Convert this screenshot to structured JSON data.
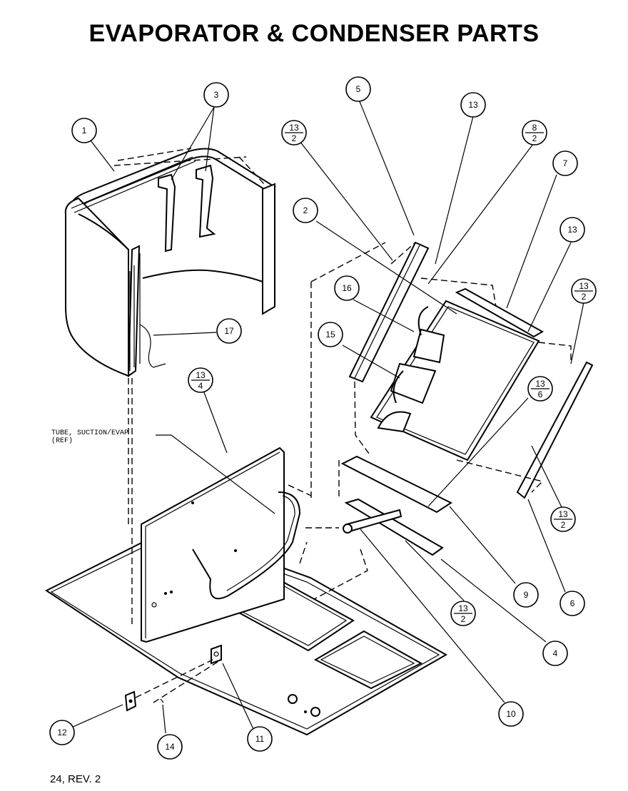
{
  "title": "EVAPORATOR & CONDENSER PARTS",
  "footer": "24, REV. 2",
  "tube_label": "TUBE, SUCTION/EVAP\n(REF)",
  "callouts": [
    {
      "id": "c1",
      "label": "1"
    },
    {
      "id": "c3",
      "label": "3"
    },
    {
      "id": "c17",
      "label": "17"
    },
    {
      "id": "c13-4",
      "top": "13",
      "bottom": "4"
    },
    {
      "id": "c5",
      "label": "5"
    },
    {
      "id": "c13a",
      "label": "13"
    },
    {
      "id": "c13-2a",
      "top": "13",
      "bottom": "2"
    },
    {
      "id": "c8-2",
      "top": "8",
      "bottom": "2"
    },
    {
      "id": "c7",
      "label": "7"
    },
    {
      "id": "c2",
      "label": "2"
    },
    {
      "id": "c13b",
      "label": "13"
    },
    {
      "id": "c13-2b",
      "top": "13",
      "bottom": "2"
    },
    {
      "id": "c16",
      "label": "16"
    },
    {
      "id": "c15",
      "label": "15"
    },
    {
      "id": "c13-6",
      "top": "13",
      "bottom": "6"
    },
    {
      "id": "c13-2c",
      "top": "13",
      "bottom": "2"
    },
    {
      "id": "c9",
      "label": "9"
    },
    {
      "id": "c6",
      "label": "6"
    },
    {
      "id": "c13-2d",
      "top": "13",
      "bottom": "2"
    },
    {
      "id": "c4",
      "label": "4"
    },
    {
      "id": "c10",
      "label": "10"
    },
    {
      "id": "c12",
      "label": "12"
    },
    {
      "id": "c14",
      "label": "14"
    },
    {
      "id": "c11",
      "label": "11"
    }
  ]
}
